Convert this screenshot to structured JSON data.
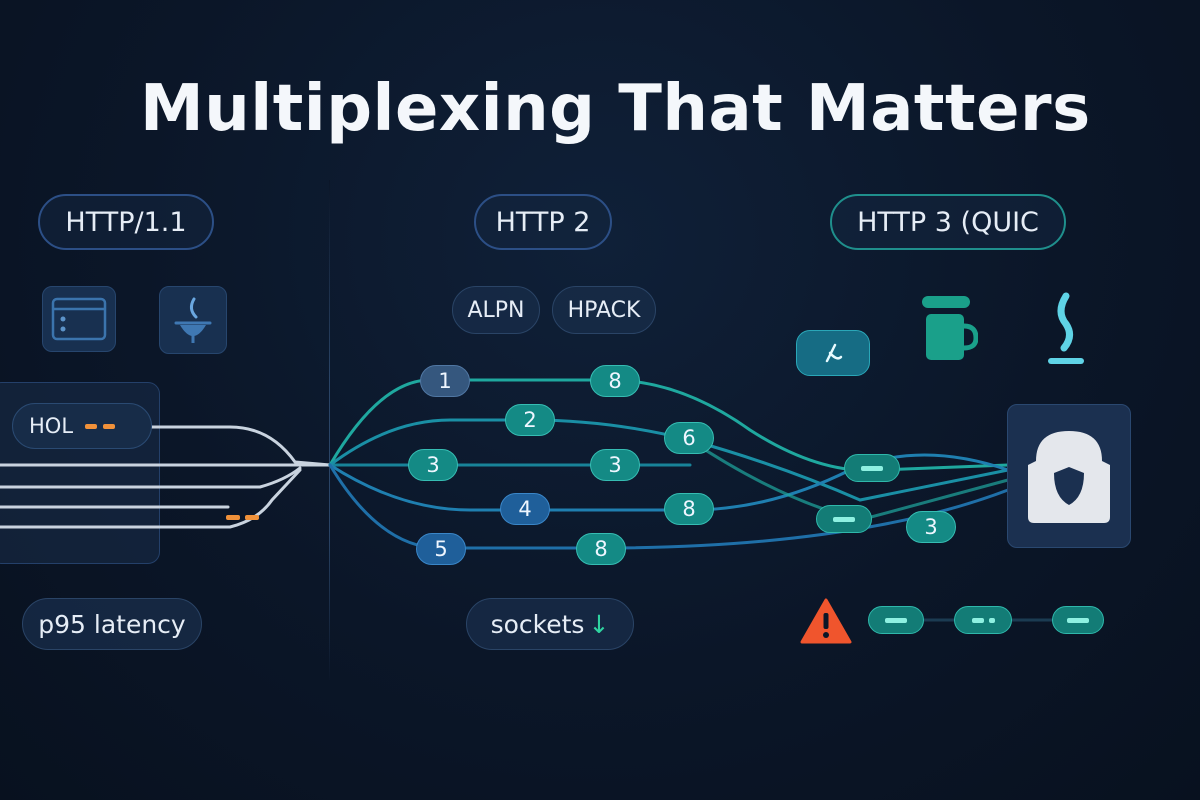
{
  "title": "Multiplexing That Matters",
  "columns": {
    "http1": {
      "label": "HTTP/1.1",
      "hol_label": "HOL",
      "metric": "p95 latency"
    },
    "http2": {
      "label": "HTTP 2",
      "tags": [
        "ALPN",
        "HPACK"
      ],
      "metric": "sockets",
      "metric_arrow": "↓"
    },
    "http3": {
      "label": "HTTP 3 (QUIC"
    }
  },
  "stream_badges": [
    {
      "id": "1"
    },
    {
      "id": "8"
    },
    {
      "id": "2"
    },
    {
      "id": "6"
    },
    {
      "id": "3"
    },
    {
      "id": "3"
    },
    {
      "id": "4"
    },
    {
      "id": "8"
    },
    {
      "id": "5"
    },
    {
      "id": "8"
    },
    {
      "id": "3"
    }
  ],
  "icons": {
    "http1": [
      "browser-window-icon",
      "coffee-cup-icon"
    ],
    "http3": [
      "signature-icon",
      "mug-icon",
      "steam-icon"
    ],
    "server": "shield-icon",
    "warning": "warning-icon"
  },
  "colors": {
    "background": "#0b1628",
    "teal": "#1fa89f",
    "blue": "#1f5f9a",
    "hol_marker": "#f0913a",
    "warning": "#f0552d",
    "accent_down": "#2fd3a0"
  }
}
